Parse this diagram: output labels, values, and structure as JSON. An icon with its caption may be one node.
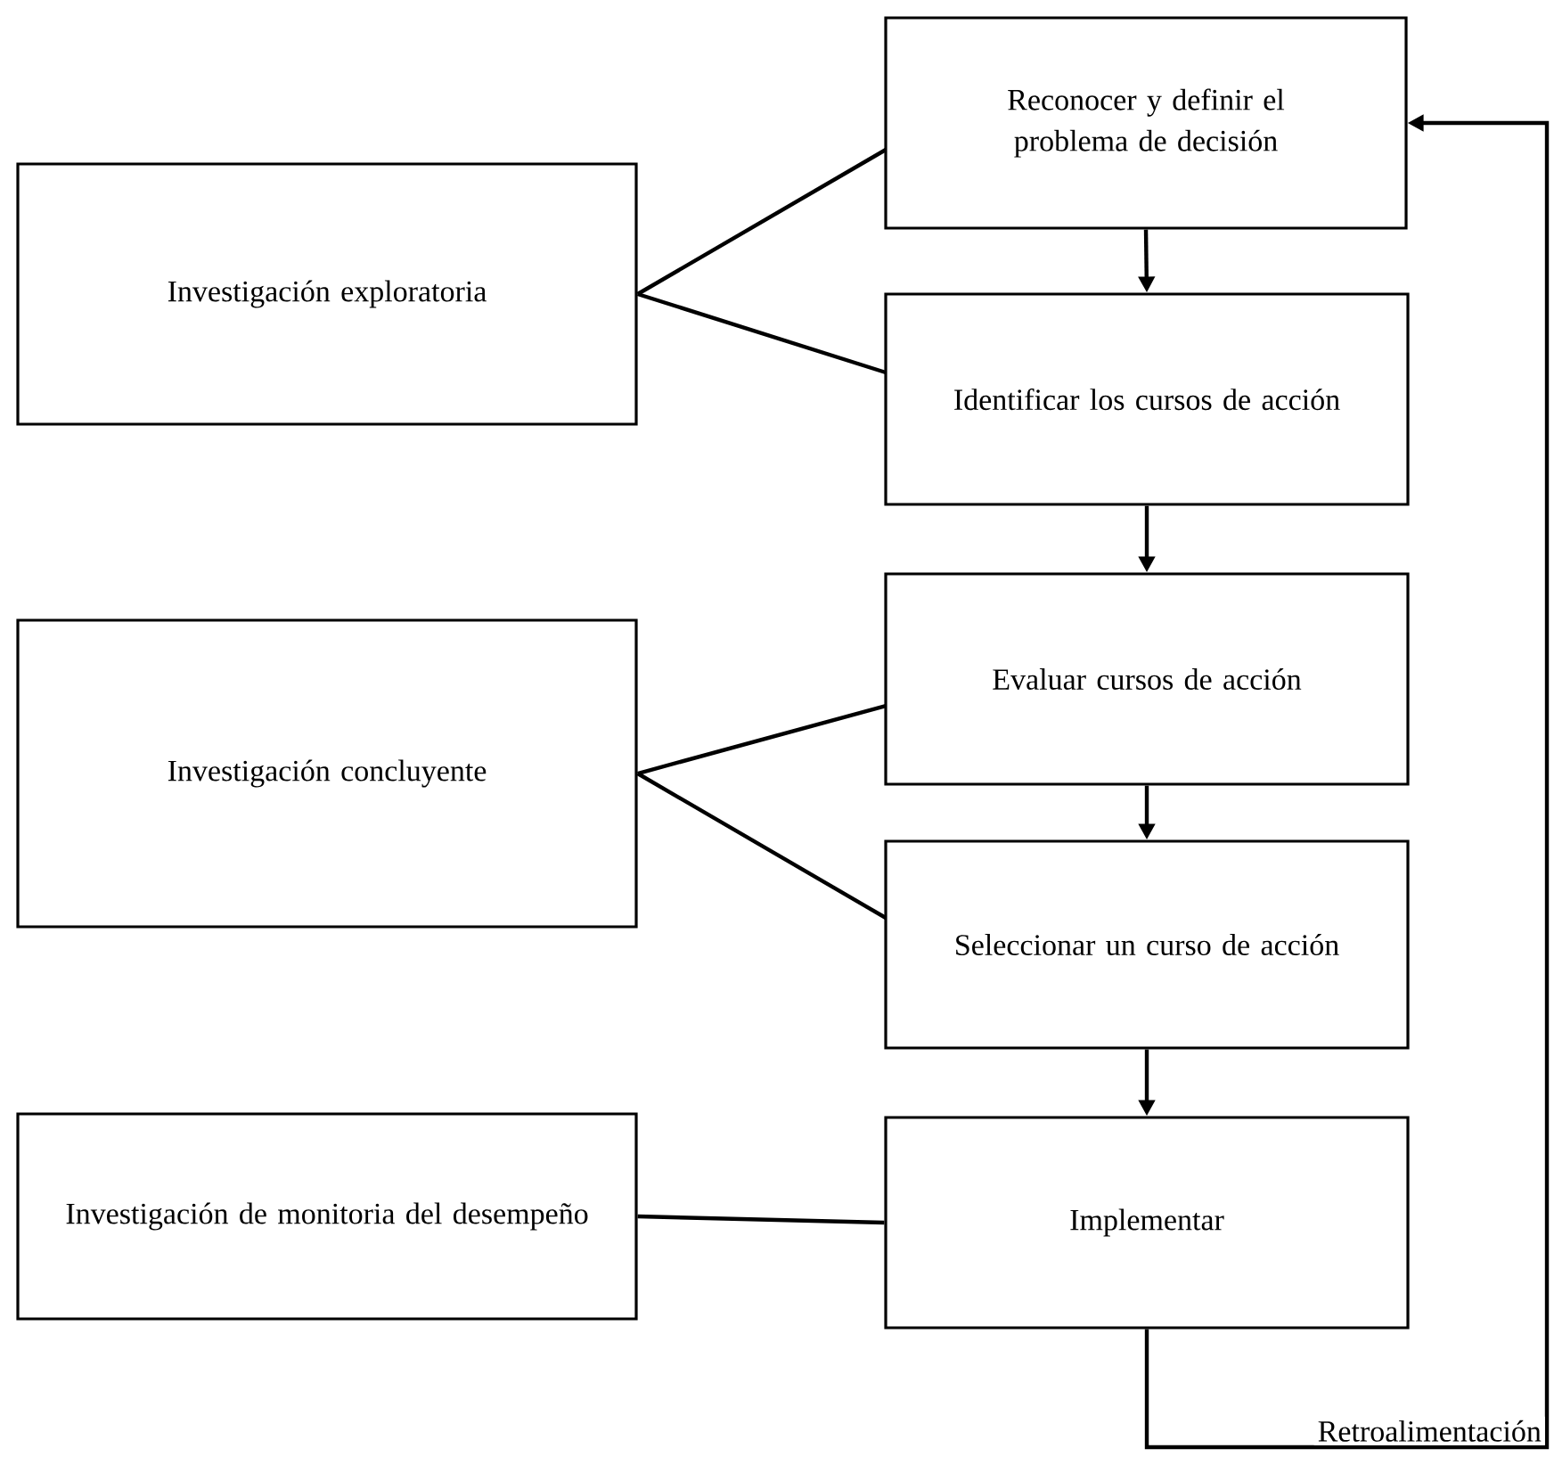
{
  "diagram": {
    "nodes": [
      {
        "text": [
          "Reconocer y definir el problema de decisión"
        ]
      },
      {
        "text": [
          "Investigación exploratoria"
        ]
      },
      {
        "text": [
          "Identificar los cursos de acción"
        ]
      },
      {
        "text": [
          "Evaluar cursos de acción"
        ]
      },
      {
        "text": [
          "Investigación concluyente"
        ]
      },
      {
        "text": [
          "Seleccionar un curso de acción"
        ]
      },
      {
        "text": [
          "Investigación de monitoria del desempeño"
        ]
      },
      {
        "text": [
          "Implementar"
        ]
      }
    ],
    "edges": [
      {
        "from": 1,
        "to": 0,
        "arrow": "none"
      },
      {
        "from": 1,
        "to": 2,
        "arrow": "none"
      },
      {
        "from": 0,
        "to": 2,
        "arrow": "to"
      },
      {
        "from": 2,
        "to": 3,
        "arrow": "to"
      },
      {
        "from": 4,
        "to": 3,
        "arrow": "none"
      },
      {
        "from": 4,
        "to": 5,
        "arrow": "none"
      },
      {
        "from": 3,
        "to": 5,
        "arrow": "to"
      },
      {
        "from": 5,
        "to": 7,
        "arrow": "to"
      },
      {
        "from": 6,
        "to": 7,
        "arrow": "none"
      },
      {
        "from": 7,
        "to": 0,
        "arrow": "to",
        "label": "Retroalimentación"
      }
    ]
  }
}
